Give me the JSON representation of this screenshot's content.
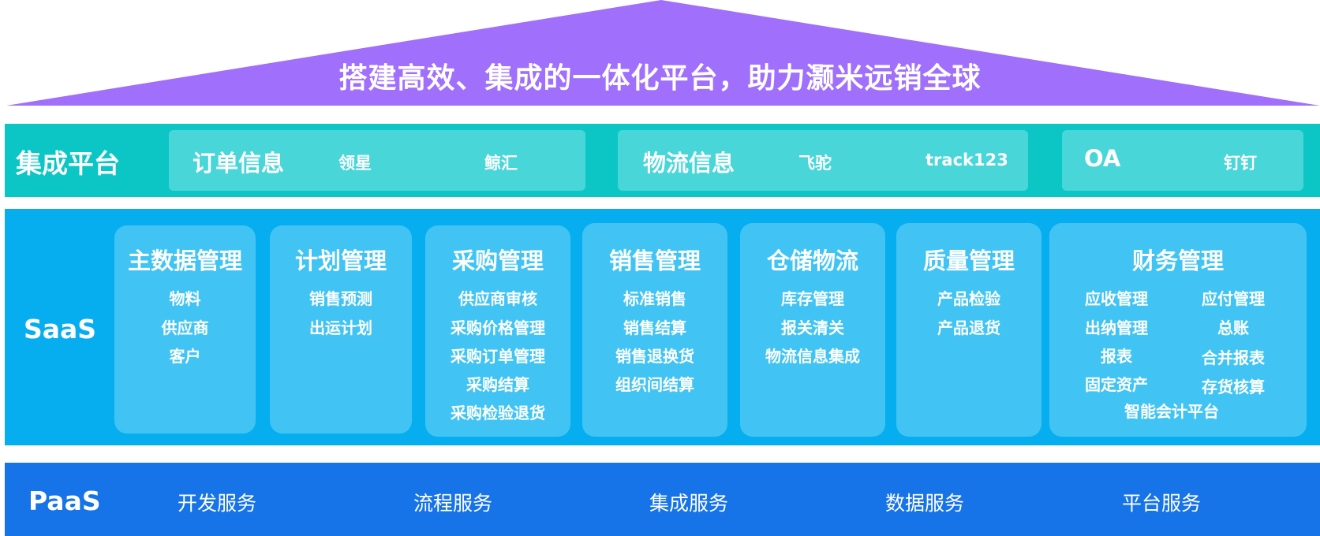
{
  "top": {
    "title": "搭建高效、集成的一体化平台，助力灏米远销全球"
  },
  "integration": {
    "label": "集成平台",
    "groups": [
      {
        "name": "订单信息",
        "items": [
          "领星",
          "鲸汇"
        ]
      },
      {
        "name": "物流信息",
        "items": [
          "飞驼",
          "track123"
        ]
      },
      {
        "name": "OA",
        "items": [
          "钉钉"
        ]
      }
    ]
  },
  "saas": {
    "label": "SaaS",
    "modules": [
      {
        "title": "主数据管理",
        "items": [
          "物料",
          "供应商",
          "客户"
        ]
      },
      {
        "title": "计划管理",
        "items": [
          "销售预测",
          "出运计划"
        ]
      },
      {
        "title": "采购管理",
        "items": [
          "供应商审核",
          "采购价格管理",
          "采购订单管理",
          "采购结算",
          "采购检验退货"
        ]
      },
      {
        "title": "销售管理",
        "items": [
          "标准销售",
          "销售结算",
          "销售退换货",
          "组织间结算"
        ]
      },
      {
        "title": "仓储物流",
        "items": [
          "库存管理",
          "报关清关",
          "物流信息集成"
        ]
      },
      {
        "title": "质量管理",
        "items": [
          "产品检验",
          "产品退货"
        ]
      },
      {
        "title": "财务管理",
        "items": [
          "应收管理",
          "应付管理",
          "出纳管理",
          "总账",
          "报表",
          "合并报表",
          "固定资产",
          "存货核算",
          "智能会计平台"
        ]
      }
    ]
  },
  "paas": {
    "label": "PaaS",
    "items": [
      "开发服务",
      "流程服务",
      "集成服务",
      "数据服务",
      "平台服务"
    ]
  },
  "colors": {
    "roof": "#a06ffb",
    "integration_band": "#0cc6c6",
    "integration_box": "#48d6d9",
    "saas_band": "#07aeef",
    "saas_module": "#41c4f4",
    "paas_band": "#1673e8",
    "text": "#ffffff"
  }
}
